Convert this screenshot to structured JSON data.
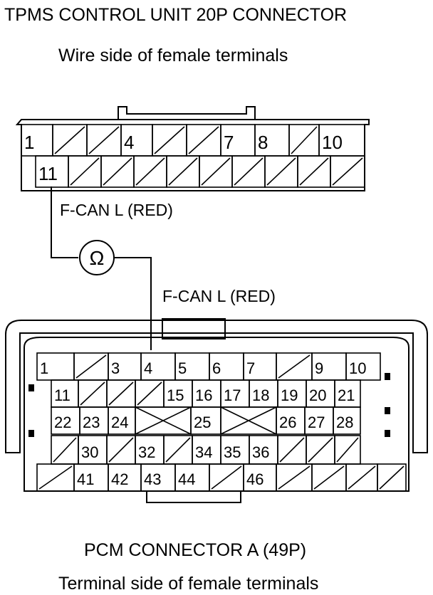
{
  "top_title": "TPMS CONTROL UNIT 20P CONNECTOR",
  "top_subtitle": "Wire side of female terminals",
  "wire_label_top": "F-CAN L (RED)",
  "wire_label_bottom": "F-CAN L (RED)",
  "meter_symbol": "Ω",
  "bottom_title": "PCM CONNECTOR A (49P)",
  "bottom_subtitle": "Terminal side of female terminals",
  "tpms_connector": {
    "row1": [
      "1",
      "",
      "",
      "4",
      "",
      "",
      "7",
      "8",
      "",
      "10"
    ],
    "row2": [
      "11",
      "",
      "",
      "",
      "",
      "",
      "",
      "",
      "",
      ""
    ]
  },
  "pcm_connector": {
    "row1": [
      "1",
      "",
      "3",
      "4",
      "5",
      "6",
      "7",
      "",
      "9",
      "10"
    ],
    "row2": [
      "11",
      "",
      "",
      "",
      "15",
      "16",
      "17",
      "18",
      "19",
      "20",
      "21"
    ],
    "row3": [
      "22",
      "23",
      "24",
      "",
      "25",
      "",
      "26",
      "27",
      "28"
    ],
    "row4": [
      "",
      "30",
      "",
      "32",
      "",
      "34",
      "35",
      "36",
      "",
      "",
      ""
    ],
    "row5": [
      "",
      "41",
      "42",
      "43",
      "44",
      "",
      "46",
      "",
      "",
      "",
      ""
    ]
  }
}
